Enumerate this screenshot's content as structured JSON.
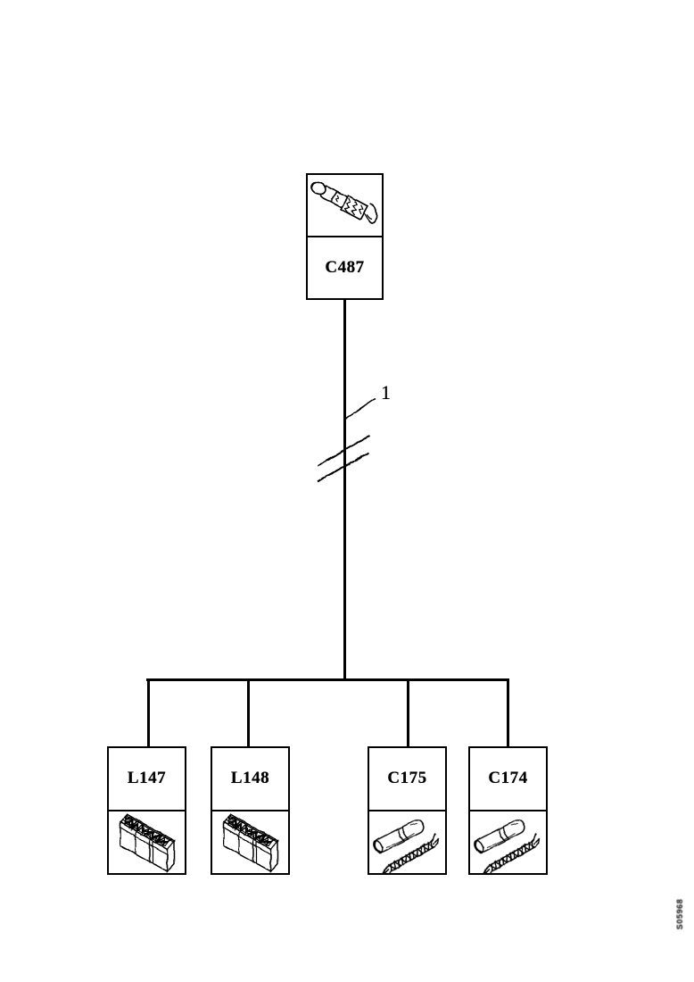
{
  "page": {
    "background_color": "#ffffff",
    "ink_color": "#000000"
  },
  "diagram": {
    "root_connector": {
      "label": "C487",
      "illustration": "wire-connector-sketch"
    },
    "wire": {
      "callout_label": "1",
      "break_marks": 2
    },
    "branches": [
      {
        "label": "L147",
        "illustration": "relay-box-sketch"
      },
      {
        "label": "L148",
        "illustration": "relay-box-sketch"
      },
      {
        "label": "C175",
        "illustration": "inline-connector-wire-sketch"
      },
      {
        "label": "C174",
        "illustration": "inline-connector-wire-sketch"
      }
    ],
    "footer_code": "S05968"
  }
}
